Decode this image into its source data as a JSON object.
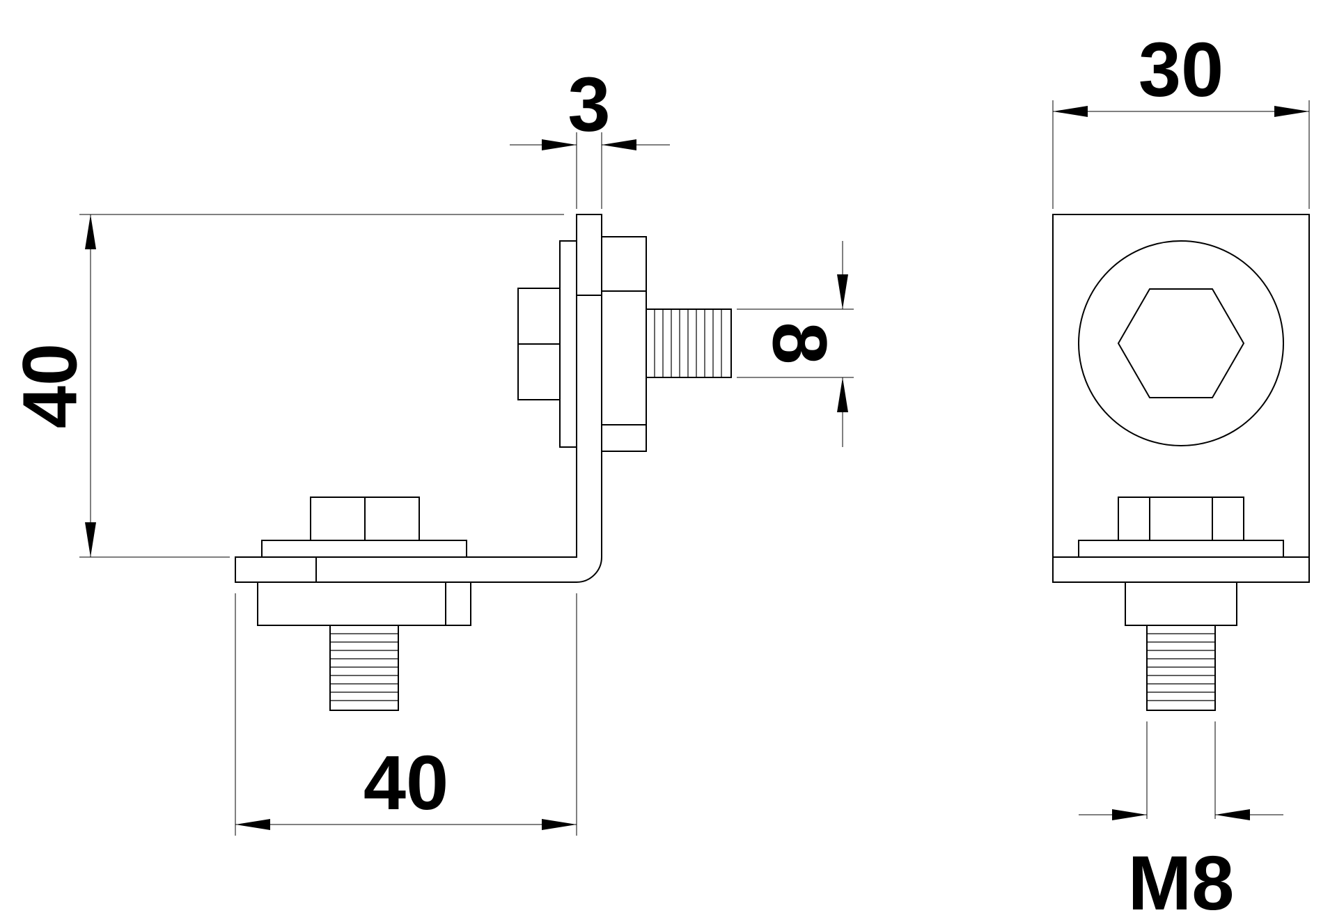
{
  "labels": {
    "thickness": "3",
    "height": "40",
    "length": "40",
    "width": "30",
    "hole_diameter": "8",
    "thread": "M8"
  },
  "colors": {
    "line": "#000000",
    "background": "#ffffff"
  }
}
